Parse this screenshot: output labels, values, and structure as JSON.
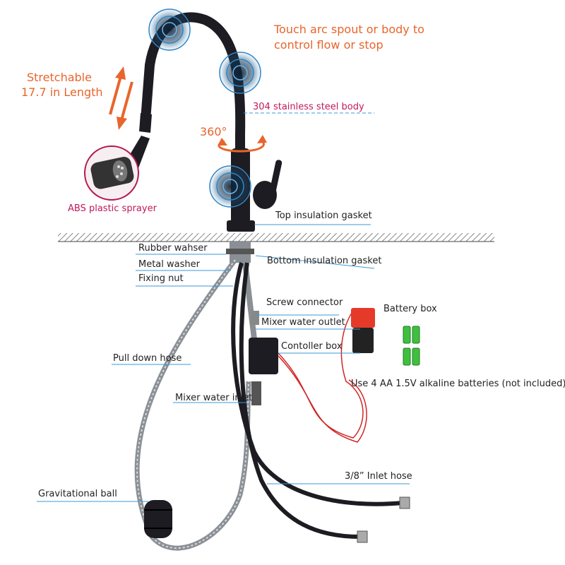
{
  "callouts": {
    "touch_line1": "Touch arc spout or body to",
    "touch_line2": "control flow or stop",
    "stretch_line1": "Stretchable",
    "stretch_line2": "17.7 in Length",
    "rotation": "360°",
    "body": "304 stainless steel body",
    "sprayer": "ABS plastic sprayer",
    "top_gasket": "Top insulation gasket",
    "rubber_washer": "Rubber wahser",
    "bottom_gasket": "Bottom insulation gasket",
    "metal_washer": "Metal washer",
    "fixing_nut": "Fixing nut",
    "screw_connector": "Screw connector",
    "battery_box": "Battery box",
    "mixer_outlet": "Mixer water outlet",
    "controller_box": "Contoller box",
    "pull_down_hose": "Pull down hose",
    "batteries_note": "Use 4 AA 1.5V alkaline batteries (not included)",
    "mixer_inlet": "Mixer water inlet",
    "inlet_hose": "3/8” Inlet hose",
    "grav_ball": "Gravitational ball"
  },
  "colors": {
    "faucet": "#1c1c22",
    "accent_orange": "#e8652b",
    "leader_blue": "#3a9ad9",
    "touch_blue": "#2f86c8",
    "label_magenta": "#c2185b",
    "battery_green": "#3fbf3f",
    "battery_red": "#e53a2a",
    "hose_silver": "#9aa0a6"
  }
}
